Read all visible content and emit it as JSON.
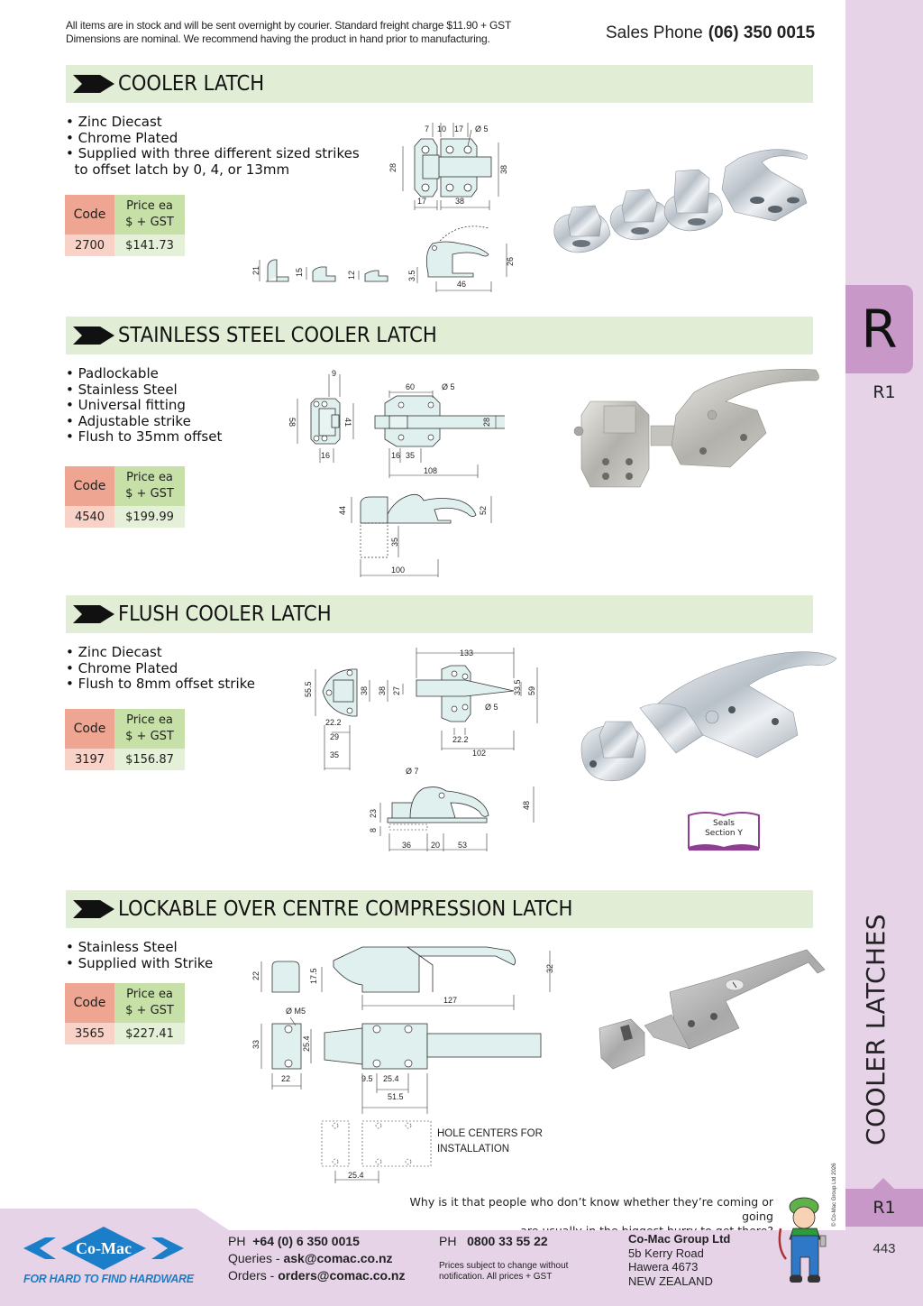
{
  "header": {
    "notice_line1": "All items are in stock and will be sent overnight by courier. Standard freight charge $11.90 + GST",
    "notice_line2": "Dimensions are nominal. We recommend having the product in hand prior to manufacturing.",
    "sales_label": "Sales Phone",
    "sales_phone": "(06) 350 0015"
  },
  "table_headers": {
    "code": "Code",
    "price_line1": "Price ea",
    "price_line2": "$ + GST"
  },
  "products": [
    {
      "title": "COOLER LATCH",
      "features": [
        "Zinc Diecast",
        "Chrome Plated",
        "Supplied with three different sized strikes",
        "to offset latch by 0, 4, or 13mm"
      ],
      "code": "2700",
      "price": "$141.73",
      "dimensions": {
        "top_view": [
          "7",
          "10",
          "17",
          "Ø 5",
          "28",
          "38",
          "17",
          "38"
        ],
        "strikes": [
          "21",
          "15",
          "12",
          "3.5"
        ],
        "side_view": [
          "26",
          "46"
        ]
      }
    },
    {
      "title": "STAINLESS STEEL COOLER LATCH",
      "features": [
        "Padlockable",
        "Stainless Steel",
        "Universal fitting",
        "Adjustable strike",
        "Flush to 35mm offset"
      ],
      "code": "4540",
      "price": "$199.99",
      "dimensions": {
        "strike_view": [
          "9",
          "58",
          "41",
          "16"
        ],
        "top_view": [
          "60",
          "Ø 5",
          "28",
          "16",
          "35",
          "108"
        ],
        "side_view": [
          "44",
          "52",
          "35",
          "100"
        ]
      }
    },
    {
      "title": "FLUSH COOLER LATCH",
      "features": [
        "Zinc Diecast",
        "Chrome Plated",
        "Flush to 8mm offset strike"
      ],
      "code": "3197",
      "price": "$156.87",
      "dimensions": {
        "strike_view": [
          "55.5",
          "38",
          "22.2",
          "29",
          "35"
        ],
        "top_view": [
          "133",
          "38",
          "27",
          "33.5",
          "59",
          "Ø 5",
          "22.2",
          "102"
        ],
        "side_view": [
          "Ø 7",
          "48",
          "23",
          "8",
          "36",
          "20",
          "53"
        ]
      },
      "reference": {
        "line1": "Seals",
        "line2": "Section Y"
      }
    },
    {
      "title": "LOCKABLE OVER CENTRE COMPRESSION LATCH",
      "features": [
        "Stainless Steel",
        "Supplied with Strike"
      ],
      "code": "3565",
      "price": "$227.41",
      "dimensions": {
        "side_view": [
          "22",
          "17.5",
          "32",
          "127"
        ],
        "top_view": [
          "Ø M5",
          "33",
          "25.4",
          "22",
          "9.5",
          "25.4",
          "51.5"
        ],
        "install": [
          "25.4"
        ]
      },
      "install_note_line1": "HOLE CENTERS FOR",
      "install_note_line2": "INSTALLATION"
    }
  ],
  "sidebar": {
    "section_letter": "R",
    "section_code": "R1",
    "section_title": "COOLER LATCHES",
    "bottom_code": "R1",
    "page_number": "443",
    "copyright": "© Co-Mac Group Ltd 2026"
  },
  "footer": {
    "quote_line1": "Why is it that people who don’t know whether they’re coming or going",
    "quote_line2": "are usually in the biggest hurry to get there?",
    "brand": "Co-Mac",
    "tagline": "FOR HARD TO FIND HARDWARE",
    "ph_label": "PH",
    "ph_intl": "+64 (0) 6 350 0015",
    "queries_label": "Queries - ",
    "queries_email": "ask@comac.co.nz",
    "orders_label": "Orders - ",
    "orders_email": "orders@comac.co.nz",
    "ph2_label": "PH",
    "ph_free": "0800 33 55 22",
    "prices_note_line1": "Prices subject to change without",
    "prices_note_line2": "notification. All prices + GST",
    "company": "Co-Mac Group Ltd",
    "address_line1": "5b Kerry Road",
    "address_line2": "Hawera 4673",
    "address_line3": "NEW ZEALAND"
  },
  "colors": {
    "banner_bg": "#e1eed5",
    "code_header": "#eea591",
    "price_header": "#c6e0a8",
    "sidebar_bg": "#e6d3e8",
    "tab_accent": "#c899c8",
    "brand_blue": "#1a7fc8",
    "diagram_fill": "#dff0ee"
  }
}
